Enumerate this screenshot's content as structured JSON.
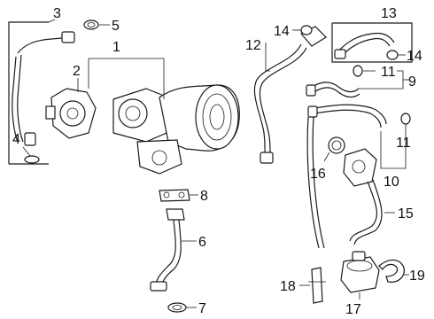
{
  "callouts": {
    "c1": "1",
    "c2": "2",
    "c3": "3",
    "c4": "4",
    "c5": "5",
    "c6": "6",
    "c7": "7",
    "c8": "8",
    "c9": "9",
    "c10": "10",
    "c11a": "11",
    "c11b": "11",
    "c12": "12",
    "c13": "13",
    "c14a": "14",
    "c14b": "14",
    "c15": "15",
    "c16": "16",
    "c17": "17",
    "c18": "18",
    "c19": "19"
  },
  "colors": {
    "line": "#1a1a1a",
    "background": "#ffffff"
  }
}
